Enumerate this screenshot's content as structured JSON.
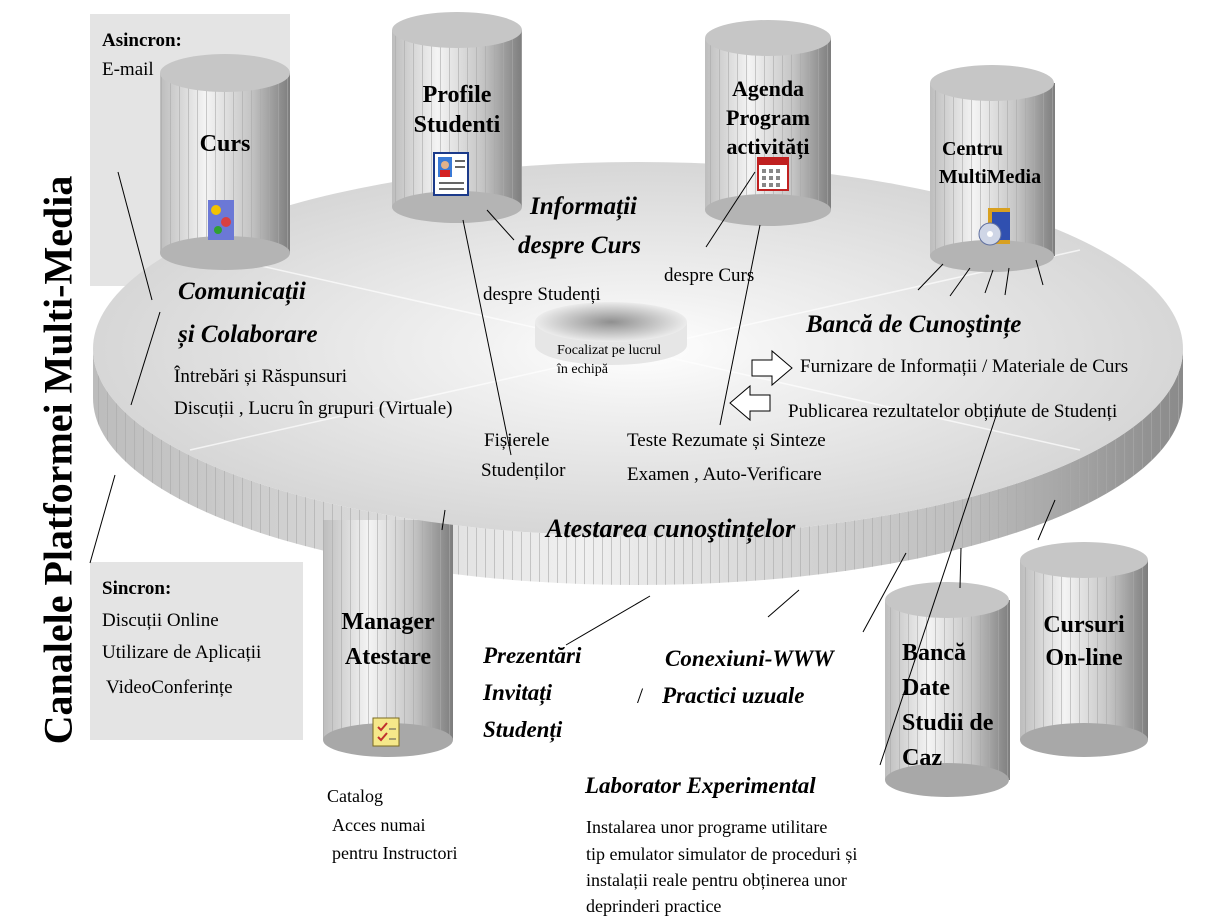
{
  "side_title": "Canalele Platformei Multi-Media",
  "async": {
    "heading": "Asincron:",
    "item": "E-mail"
  },
  "sync": {
    "heading": "Sincron:",
    "items": [
      "Discuții Online",
      "Utilizare de Aplicații",
      "VideoConferințe"
    ]
  },
  "cylinders": {
    "curs": [
      "Curs"
    ],
    "profile": [
      "Profile",
      "Studenti"
    ],
    "agenda": [
      "Agenda",
      "Program",
      "activități"
    ],
    "centru": [
      "Centru",
      "MultiMedia"
    ],
    "manager": [
      "Manager",
      "Atestare"
    ],
    "banca_date": [
      "Bancă",
      "Date",
      "Studii de",
      "Caz"
    ],
    "cursuri": [
      "Cursuri",
      "On-line"
    ]
  },
  "center_disc": [
    "Focalizat pe lucrul",
    "în echipă"
  ],
  "sections": {
    "comunicatii": {
      "title": [
        "Comunicații",
        "și Colaborare"
      ],
      "items": [
        "Întrebări și Răspunsuri",
        "Discuții , Lucru în grupuri (Virtuale)"
      ]
    },
    "informatii": {
      "title": [
        "Informații",
        "despre Curs"
      ],
      "sub_studenti": "despre Studenți",
      "sub_curs": "despre Curs"
    },
    "banca": {
      "title": "Bancă de Cunoştințe",
      "items": [
        "Furnizare de Informații / Materiale de Curs",
        "Publicarea rezultatelor obținute de Studenți"
      ]
    },
    "fisiere": [
      "Fișierele",
      "Studenților"
    ],
    "teste": [
      "Teste Rezumate și Sinteze",
      "Examen , Auto-Verificare"
    ],
    "atestarea": "Atestarea cunoştințelor"
  },
  "bottom": {
    "prezentari": [
      "Prezentări",
      "Invitați",
      "Studenți"
    ],
    "slash": "/",
    "conexiuni": [
      "Conexiuni-WWW",
      "Practici uzuale"
    ],
    "laborator": {
      "title": "Laborator Experimental",
      "lines": [
        "Instalarea unor programe utilitare",
        "tip emulator simulator de proceduri și",
        "instalații reale pentru obținerea unor",
        "deprinderi practice"
      ]
    },
    "catalog": [
      "Catalog",
      "Acces numai",
      "pentru Instructori"
    ]
  },
  "colors": {
    "gray_box": "#e4e4e4",
    "cylinder_light": "#f2f2f2",
    "cylinder_dark": "#8a8a8a",
    "disc_top": "#d9d9d9",
    "text": "#000000"
  }
}
